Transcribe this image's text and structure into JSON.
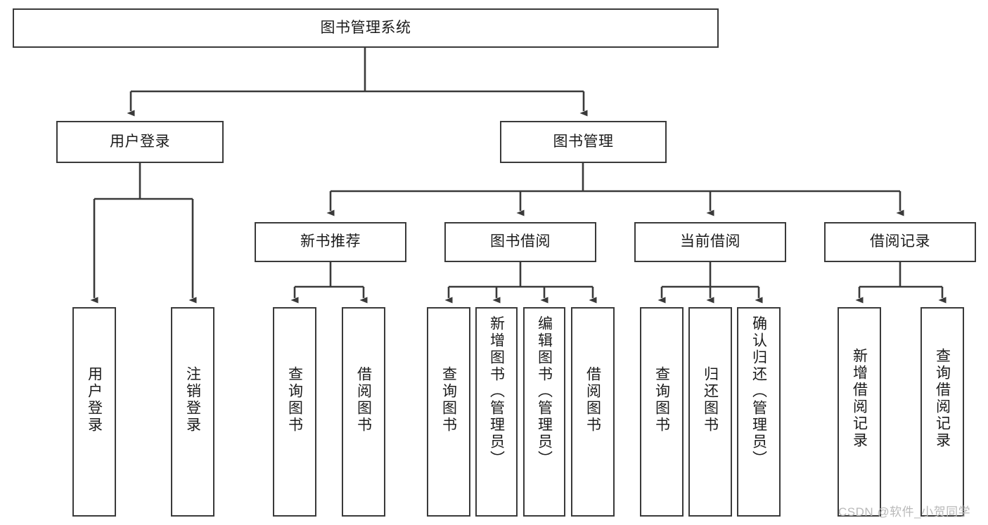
{
  "diagram": {
    "title": "图书管理系统",
    "type": "hierarchy-tree",
    "colors": {
      "box_border": "#3a3a3a",
      "box_fill": "#ffffff",
      "edge": "#3a3a3a",
      "text": "#1b1b1b",
      "watermark": "#b9b9b9",
      "background": "#ffffff"
    },
    "nodes": {
      "root": {
        "label": "图书管理系统"
      },
      "level2": [
        {
          "label": "用户登录"
        },
        {
          "label": "图书管理"
        }
      ],
      "level3": [
        {
          "label": "新书推荐"
        },
        {
          "label": "图书借阅"
        },
        {
          "label": "当前借阅"
        },
        {
          "label": "借阅记录"
        }
      ],
      "leaves": {
        "user_login": [
          {
            "label": "用户登录"
          },
          {
            "label": "注销登录"
          }
        ],
        "new_book": [
          {
            "label": "查询图书"
          },
          {
            "label": "借阅图书"
          }
        ],
        "book_borrow": [
          {
            "label": "查询图书"
          },
          {
            "label": "新增图书（管理员）"
          },
          {
            "label": "编辑图书（管理员）"
          },
          {
            "label": "借阅图书"
          }
        ],
        "current_borrow": [
          {
            "label": "查询图书"
          },
          {
            "label": "归还图书"
          },
          {
            "label": "确认归还（管理员）"
          }
        ],
        "borrow_record": [
          {
            "label": "新增借阅记录"
          },
          {
            "label": "查询借阅记录"
          }
        ]
      }
    },
    "watermark": "CSDN @软件_小贺同学"
  }
}
